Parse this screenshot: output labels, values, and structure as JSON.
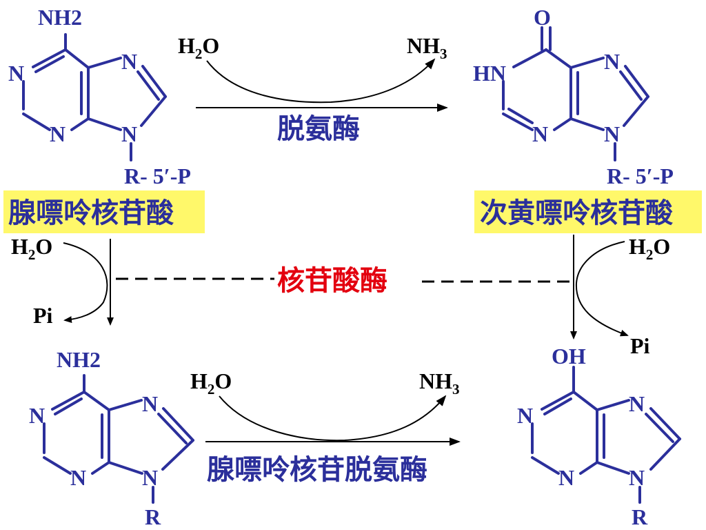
{
  "molecules": {
    "amp": {
      "substituent": "NH2",
      "n1": "N",
      "n3": "N",
      "n7": "N",
      "n9": "N",
      "r_group": "R- 5′-P"
    },
    "imp": {
      "substituent": "O",
      "n1": "HN",
      "n3": "N",
      "n7": "N",
      "n9": "N",
      "r_group": "R- 5′-P"
    },
    "adenosine": {
      "substituent": "NH2",
      "n1": "N",
      "n3": "N",
      "n7": "N",
      "n9": "N",
      "r_group": "R"
    },
    "inosine": {
      "substituent": "OH",
      "n1": "N",
      "n3": "N",
      "n7": "N",
      "n9": "N",
      "r_group": "R"
    }
  },
  "labels": {
    "amp_name": "腺嘌呤核苷酸",
    "imp_name": "次黄嘌呤核苷酸",
    "top_enzyme": "脱氨酶",
    "middle_enzyme": "核苷酸酶",
    "bottom_enzyme": "腺嘌呤核苷脱氨酶"
  },
  "reagents": {
    "top_in": "H2O",
    "top_out": "NH3",
    "left_in": "H2O",
    "left_out": "Pi",
    "right_in": "H2O",
    "right_out": "Pi",
    "bottom_in": "H2O",
    "bottom_out": "NH3"
  },
  "colors": {
    "structure": "#2b2f9b",
    "highlight": "#fff86a",
    "enzyme_red": "#e3000f",
    "arrow": "#000000"
  }
}
